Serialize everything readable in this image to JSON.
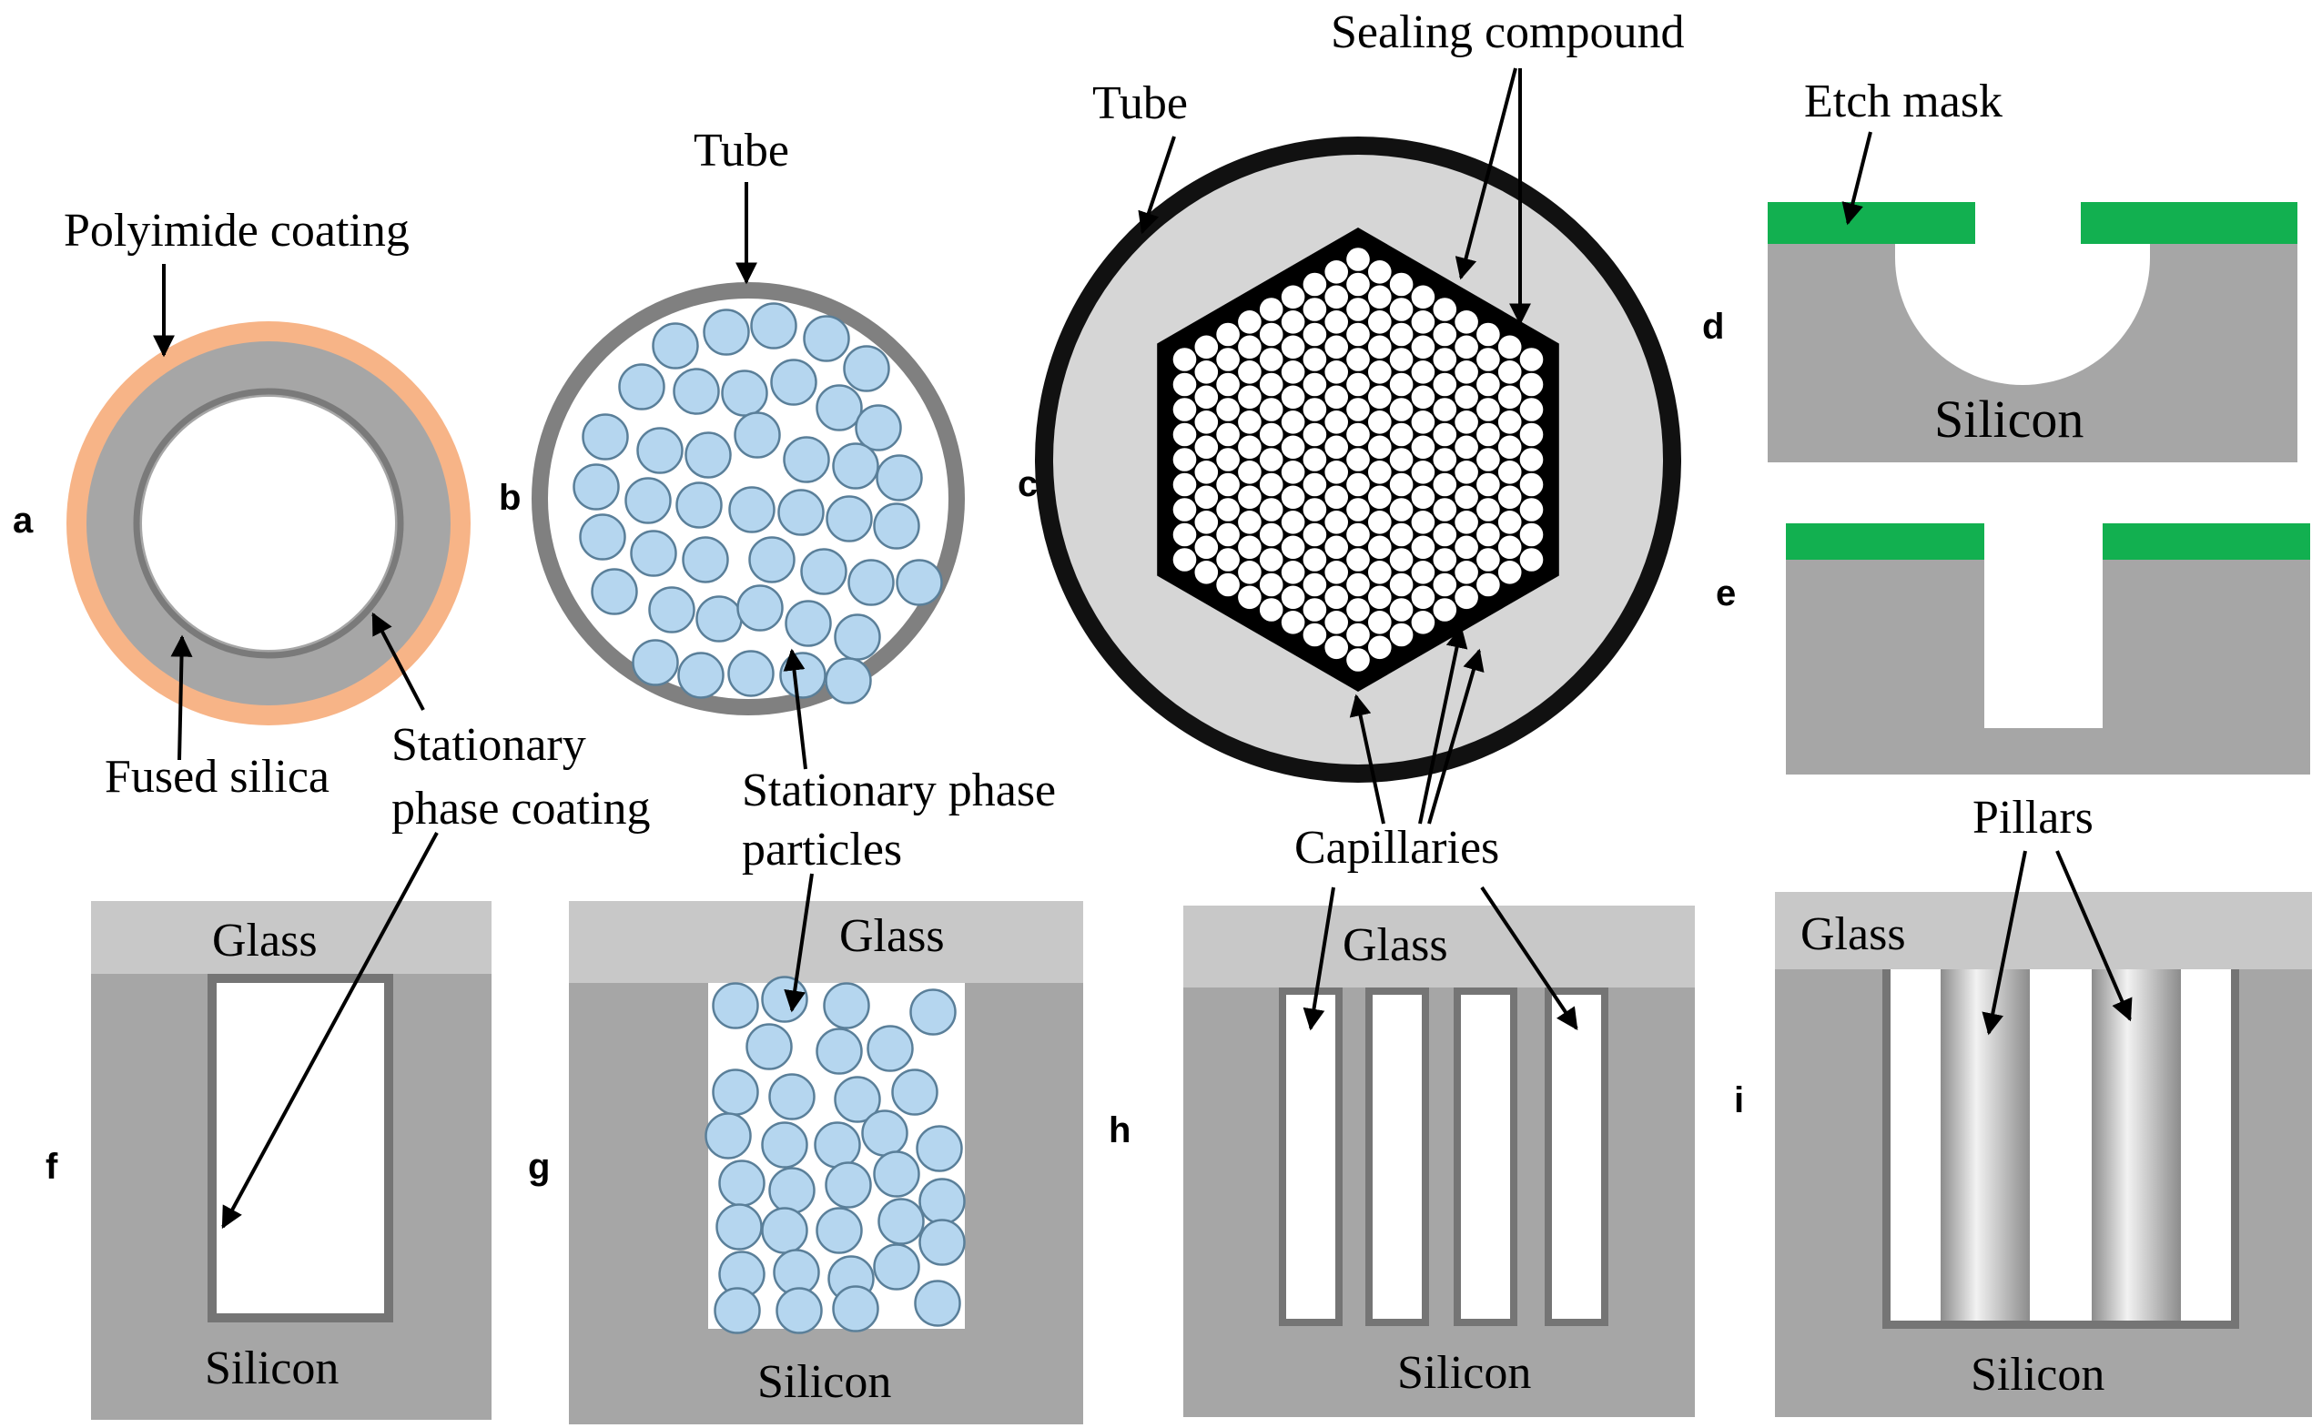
{
  "colors": {
    "silicon": "#a6a6a6",
    "glass": "#c8c8c8",
    "wall": "#808080",
    "polyimide": "#f7b487",
    "bead": "#b5d6ef",
    "bead_edge": "#5a7f99",
    "etch_mask": "#12b050",
    "packing": "#000000",
    "tube_fill": "#d6d6d6"
  },
  "panels": {
    "a": {
      "letter": "a",
      "polyimide_label": "Polyimide coating",
      "fused_silica_label": "Fused silica",
      "stationary_label_1": "Stationary",
      "stationary_label_2": "phase coating"
    },
    "b": {
      "letter": "b",
      "tube_label": "Tube",
      "particles_label_1": "Stationary phase",
      "particles_label_2": "particles"
    },
    "c": {
      "letter": "c",
      "tube_label": "Tube",
      "sealing_label": "Sealing compound",
      "capillaries_label": "Capillaries"
    },
    "d": {
      "letter": "d",
      "etch_mask_label": "Etch mask",
      "silicon_label": "Silicon"
    },
    "e": {
      "letter": "e"
    },
    "f": {
      "letter": "f",
      "glass_label": "Glass",
      "silicon_label": "Silicon"
    },
    "g": {
      "letter": "g",
      "glass_label": "Glass",
      "silicon_label": "Silicon"
    },
    "h": {
      "letter": "h",
      "glass_label": "Glass",
      "silicon_label": "Silicon"
    },
    "i": {
      "letter": "i",
      "glass_label": "Glass",
      "silicon_label": "Silicon",
      "pillars_label": "Pillars"
    }
  }
}
